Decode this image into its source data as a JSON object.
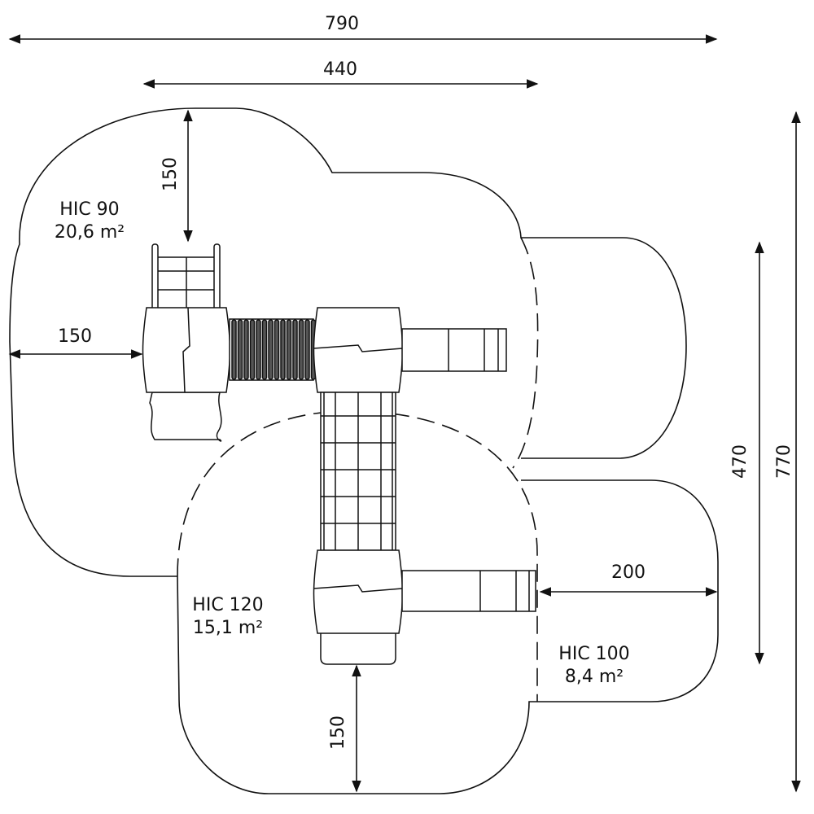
{
  "dimensions": {
    "total_width": "790",
    "equipment_width": "440",
    "top_clearance": "150",
    "left_clearance": "150",
    "right_clearance": "200",
    "bottom_clearance": "150",
    "inner_height": "470",
    "total_height": "770"
  },
  "zones": [
    {
      "hic": "HIC 90",
      "area": "20,6 m²"
    },
    {
      "hic": "HIC 120",
      "area": "15,1 m²"
    },
    {
      "hic": "HIC 100",
      "area": "8,4 m²"
    }
  ],
  "colors": {
    "line": "#111111",
    "background": "#ffffff"
  }
}
